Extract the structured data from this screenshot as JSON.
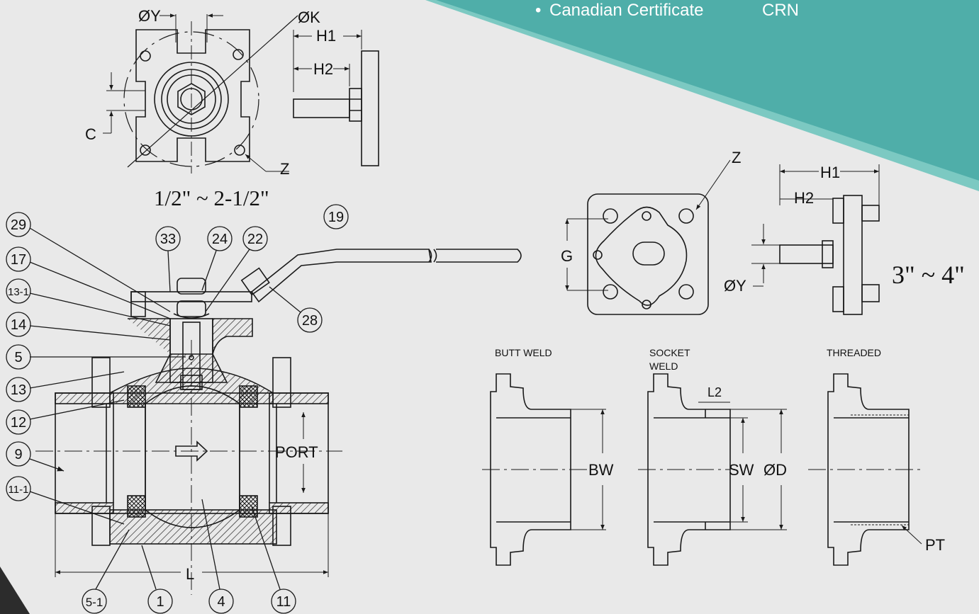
{
  "certificate": {
    "bullet": "•",
    "text": "Canadian Certificate",
    "code": "CRN"
  },
  "colors": {
    "teal": "#4faea9",
    "teal_light": "#7cc9c2",
    "background": "#e9e9e9",
    "dark_corner": "#2c2c2c",
    "line": "#1a1a1a"
  },
  "top_left_view": {
    "dia_y": "ØY",
    "dia_k": "ØK",
    "c": "C",
    "z": "Z",
    "h1": "H1",
    "h2": "H2",
    "size_range": "1/2\" ~ 2-1/2\""
  },
  "top_right_view": {
    "z": "Z",
    "g": "G",
    "dia_y": "ØY",
    "h1": "H1",
    "h2": "H2",
    "size_range": "3\" ~ 4\""
  },
  "section_view": {
    "port": "PORT",
    "length": "L",
    "callouts": [
      "29",
      "17",
      "13-1",
      "14",
      "5",
      "13",
      "12",
      "9",
      "11-1",
      "33",
      "24",
      "22",
      "19",
      "28",
      "5-1",
      "1",
      "4",
      "11"
    ]
  },
  "end_connections": {
    "butt_weld": {
      "title": "BUTT WELD",
      "dim": "BW"
    },
    "socket_weld": {
      "title_line1": "SOCKET",
      "title_line2": "WELD",
      "l2": "L2",
      "sw": "SW",
      "od": "ØD"
    },
    "threaded": {
      "title": "THREADED",
      "pt": "PT"
    }
  }
}
